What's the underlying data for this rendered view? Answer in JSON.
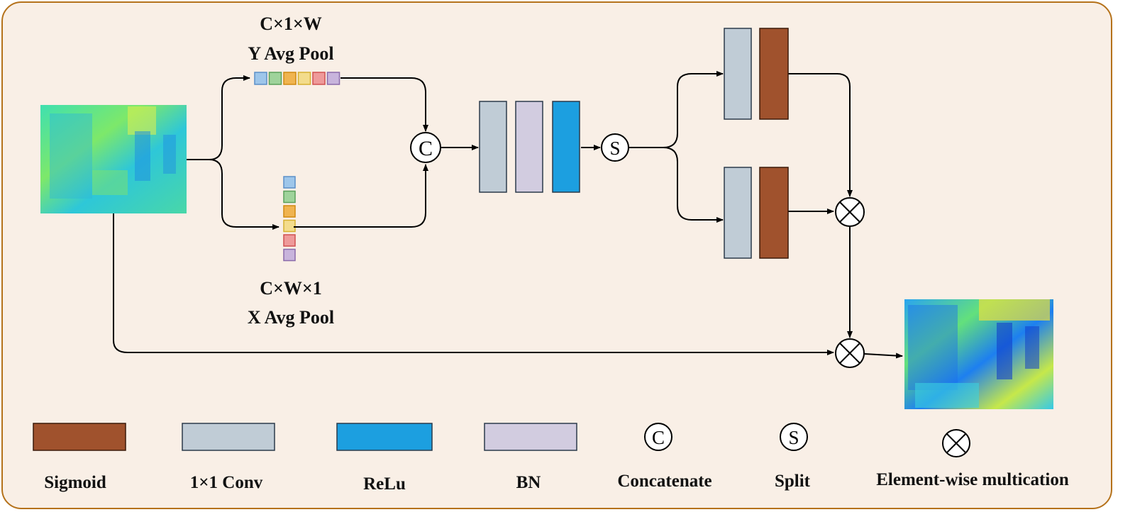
{
  "labels": {
    "y_pool_dims": "C×1×W",
    "y_pool_name": "Y Avg Pool",
    "x_pool_dims": "C×W×1",
    "x_pool_name": "X Avg Pool"
  },
  "operators": {
    "concat_symbol": "C",
    "split_symbol": "S",
    "multiply_symbol": "⊗"
  },
  "legend": {
    "sigmoid": "Sigmoid",
    "conv": "1×1 Conv",
    "relu": "ReLu",
    "bn": "BN",
    "concatenate": "Concatenate",
    "split": "Split",
    "multiply": "Element-wise multication"
  },
  "colors": {
    "sigmoid": "#a0522d",
    "conv": "#c0ccd6",
    "relu": "#1c9fe0",
    "bn": "#d2cce0",
    "border": "#b5721b",
    "background": "#f9efe6",
    "pool_cells": [
      "#9ec6ea",
      "#9fd39b",
      "#f0b450",
      "#f3dc8c",
      "#ee9a9a",
      "#c8b4dc"
    ],
    "pool_cell_borders": [
      "#5b8fc8",
      "#5aa05a",
      "#d08a10",
      "#d6b030",
      "#d05050",
      "#8a6aaa"
    ]
  }
}
